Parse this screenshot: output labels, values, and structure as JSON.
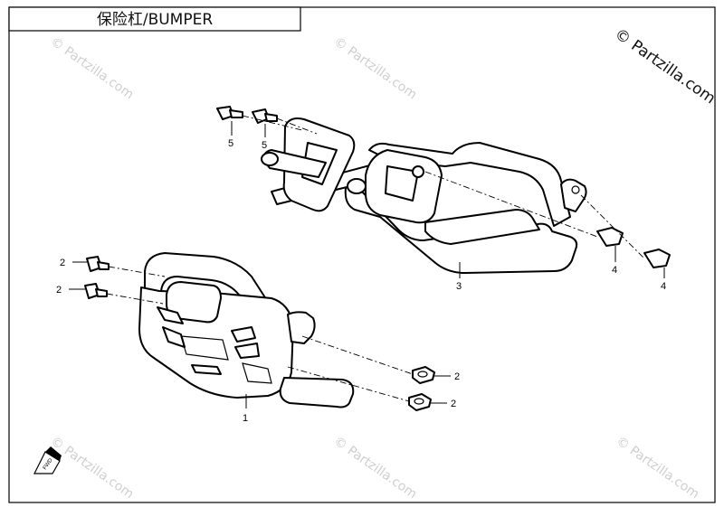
{
  "header": {
    "title": "保险杠/BUMPER"
  },
  "watermark": {
    "corner": "© Partzilla.com",
    "repeat": "© Partzilla.com"
  },
  "callouts": {
    "c1": "1",
    "c2a": "2",
    "c2b": "2",
    "c2c": "2",
    "c2d": "2",
    "c3": "3",
    "c4a": "4",
    "c4b": "4",
    "c5a": "5",
    "c5b": "5"
  },
  "fwd_label": "FWD",
  "colors": {
    "line": "#000000",
    "watermark": "#cfcfcf",
    "background": "#ffffff"
  }
}
